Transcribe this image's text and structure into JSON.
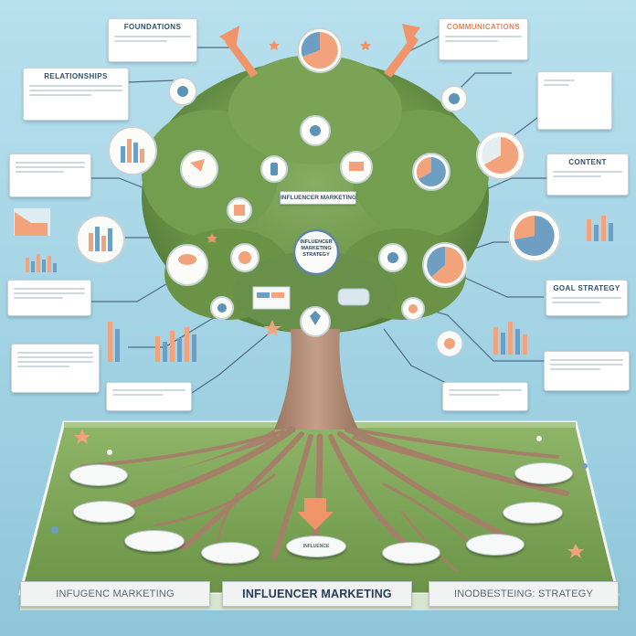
{
  "infographic": {
    "top_left_card": "FOUNDATIONS",
    "top_right_card": "COMMUNICATIONS",
    "left_card_2": "RELATIONSHIPS",
    "right_card_3": "CONTENT",
    "right_card_5": "GOAL STRATEGY",
    "canopy_banner": "INFLUENCER MARKETING",
    "canopy_center": "INFLUENCER MARKETING STRATEGY",
    "ground_label_left": "INFUGENC MARKETING",
    "ground_label_center": "INFLUENCER MARKETING",
    "ground_label_right": "INODBESTEING: STRATEGY",
    "root_center_oval": "INFLUENCE"
  },
  "colors": {
    "sky": "#a9d7e6",
    "foliage": "#6f9a4e",
    "trunk": "#b48f78",
    "accent_orange": "#f0946a",
    "accent_blue": "#5d93b8",
    "grass": "#7fa55a"
  }
}
